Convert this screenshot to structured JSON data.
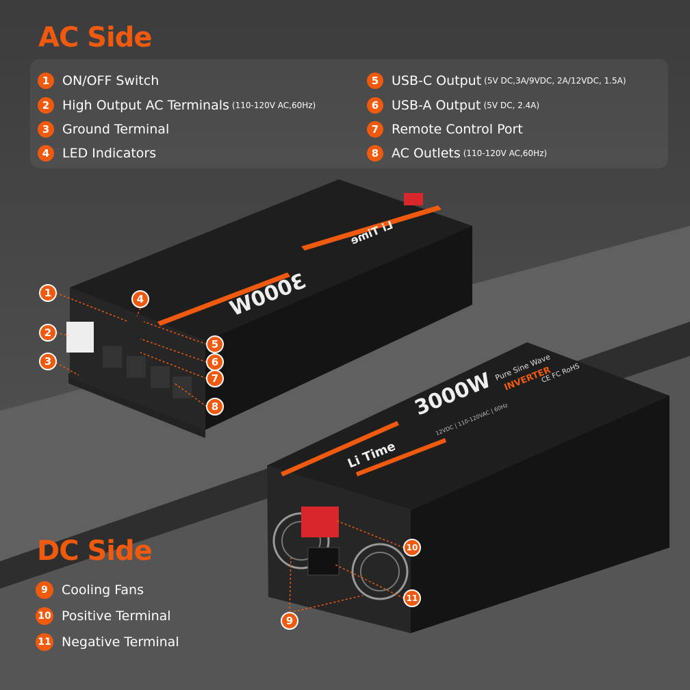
{
  "ac_side": {
    "title": "AC Side",
    "items": [
      {
        "n": "1",
        "label": "ON/OFF Switch",
        "note": ""
      },
      {
        "n": "2",
        "label": "High Output AC Terminals",
        "note": "(110-120V AC,60Hz)"
      },
      {
        "n": "3",
        "label": "Ground Terminal",
        "note": ""
      },
      {
        "n": "4",
        "label": "LED Indicators",
        "note": ""
      },
      {
        "n": "5",
        "label": "USB-C Output",
        "note": "(5V DC,3A/9VDC, 2A/12VDC, 1.5A)"
      },
      {
        "n": "6",
        "label": "USB-A Output",
        "note": "(5V DC, 2.4A)"
      },
      {
        "n": "7",
        "label": "Remote Control Port",
        "note": ""
      },
      {
        "n": "8",
        "label": "AC Outlets",
        "note": "(110-120V AC,60Hz)"
      }
    ]
  },
  "dc_side": {
    "title": "DC Side",
    "items": [
      {
        "n": "9",
        "label": "Cooling Fans"
      },
      {
        "n": "10",
        "label": "Positive Terminal"
      },
      {
        "n": "11",
        "label": "Negative Terminal"
      }
    ]
  },
  "product": {
    "brand": "Li Time",
    "wattage": "3000W",
    "subtitle": "Pure Sine Wave",
    "type": "INVERTER",
    "spec": "12VDC | 110-120VAC | 60Hz",
    "certs": "CE FC RoHS"
  },
  "colors": {
    "accent": "#f05a0e",
    "background": "#4a4a4a",
    "device": "#1a1a1a",
    "terminal": "#d8262c"
  }
}
